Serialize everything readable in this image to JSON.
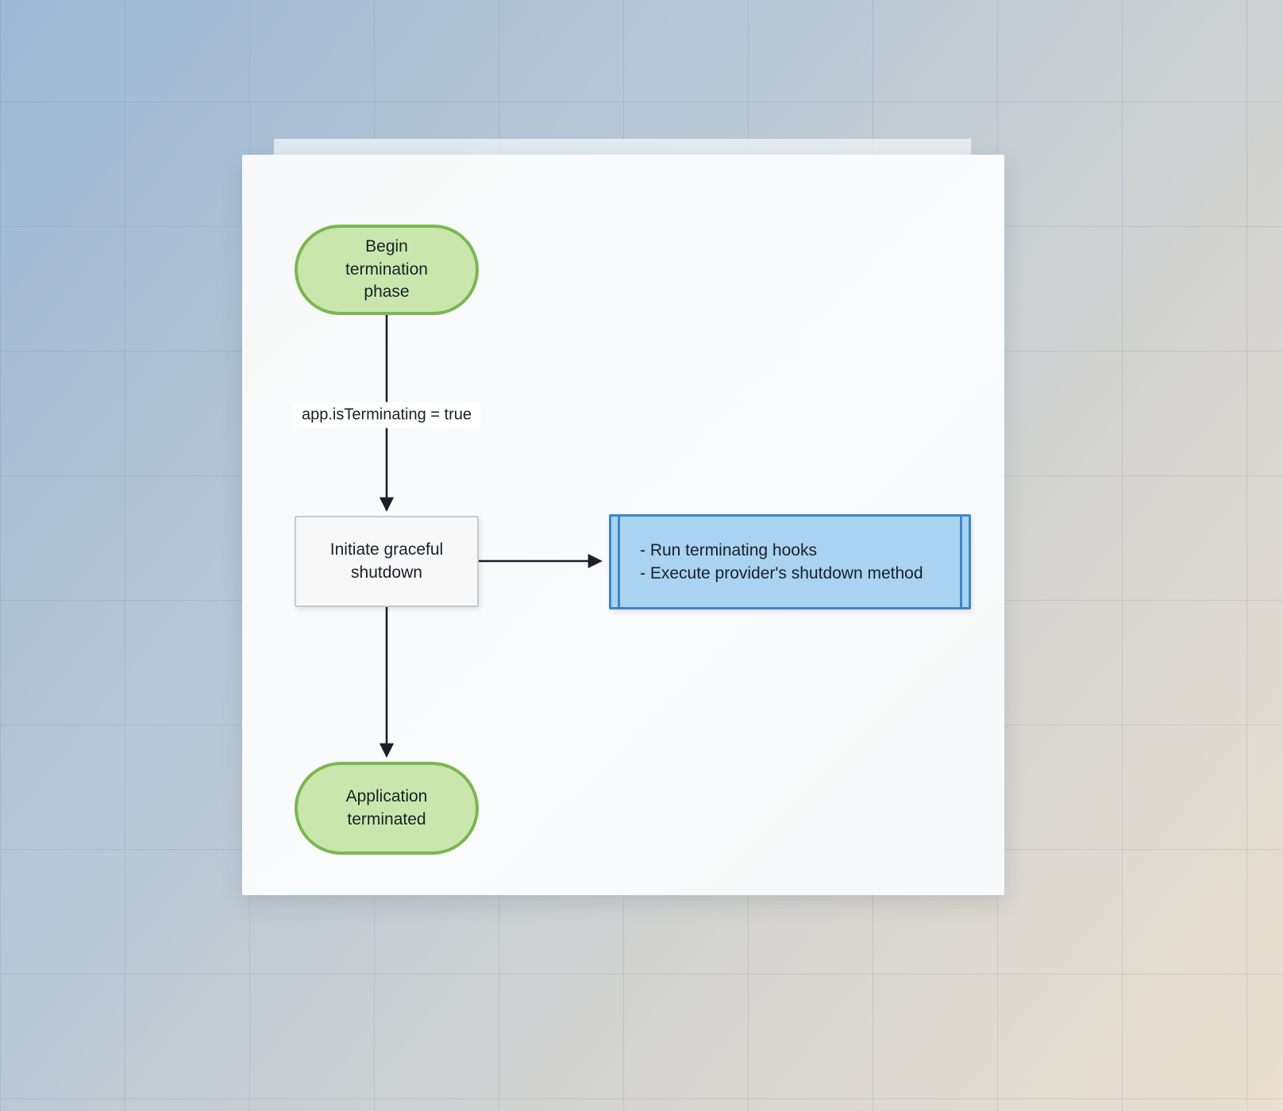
{
  "diagram": {
    "nodes": {
      "start": {
        "label": "Begin termination phase",
        "shape": "stadium"
      },
      "process": {
        "label": "Initiate graceful shutdown",
        "shape": "rectangle"
      },
      "subroutine": {
        "shape": "subroutine",
        "lines": [
          "- Run terminating hooks",
          "- Execute provider's shutdown method"
        ]
      },
      "end": {
        "label": "Application terminated",
        "shape": "stadium"
      }
    },
    "edges": {
      "start_to_process": {
        "label": "app.isTerminating = true"
      },
      "process_to_subroutine": {
        "label": ""
      },
      "process_to_end": {
        "label": ""
      }
    }
  },
  "theme": {
    "stadium_fill": "#c9e7ad",
    "stadium_stroke": "#7cb650",
    "rect_fill": "#f8f8f9",
    "rect_stroke": "#c8cacd",
    "subroutine_fill": "#a9d3f1",
    "subroutine_stroke": "#3e86c8",
    "arrow_color": "#1b1f27",
    "text_color": "#1b1f27",
    "edge_label_bg": "#ffffff"
  }
}
